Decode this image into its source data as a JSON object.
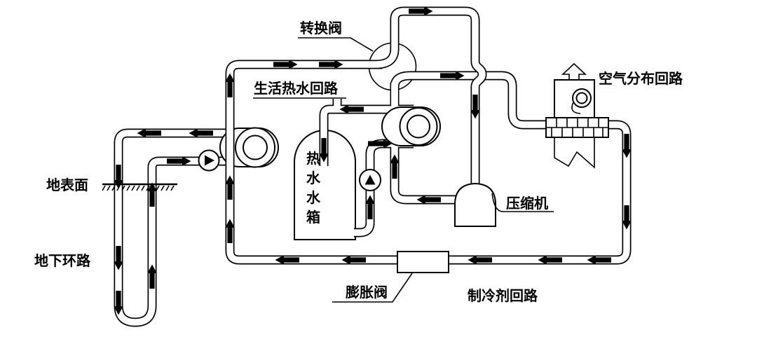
{
  "diagram": {
    "type": "schematic",
    "subject": "ground-source-heat-pump-system",
    "colors": {
      "line": "#000000",
      "background": "#ffffff",
      "flow_marker": "#000000"
    },
    "labels": {
      "switch_valve": "转换阀",
      "domestic_hot_water_loop": "生活热水回路",
      "air_distribution_loop": "空气分布回路",
      "ground_surface": "地表面",
      "underground_loop": "地下环路",
      "compressor": "压缩机",
      "expansion_valve": "膨胀阀",
      "refrigerant_loop": "制冷剂回路",
      "hot_water_tank_chars": [
        "热",
        "水",
        "水",
        "箱"
      ]
    }
  }
}
